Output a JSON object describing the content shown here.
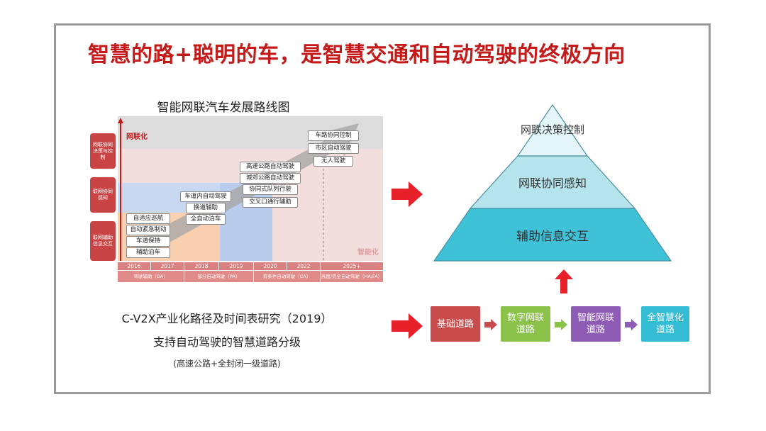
{
  "title": "智慧的路+聪明的车，是智慧交通和自动驾驶的终极方向",
  "chart": {
    "title": "智能网联汽车发展路线图",
    "side_labels": [
      "网联协同决策与控制",
      "联网协同感知",
      "联网辅助信息交互"
    ],
    "axis_top_label": "网联化",
    "axis_right_label": "智能化",
    "col1_items": [
      "自适应巡航",
      "自动紧急制动",
      "车道保持",
      "辅助泊车"
    ],
    "col2_items": [
      "车道内自动驾驶",
      "换道辅助",
      "全自动泊车"
    ],
    "col3_items": [
      "高速公路自动驾驶",
      "城郊公路自动驾驶",
      "协同式队列行驶",
      "交叉口通行辅助"
    ],
    "col4_items": [
      "车路协同控制",
      "市区自动驾驶",
      "无人驾驶"
    ],
    "years": [
      "2016",
      "2017",
      "2018",
      "2019",
      "2020",
      "2022",
      "2025+"
    ],
    "stages": [
      "驾驶辅助（DA）",
      "部分自动驾驶（PA）",
      "有条件自动驾驶（CA）",
      "高度/完全自动驾驶（HA/FA）"
    ]
  },
  "captions": {
    "line1": "C-V2X产业化路径及时间表研究（2019）",
    "line2": "支持自动驾驶的智慧道路分级",
    "line3": "(高速公路+全封闭一级道路)"
  },
  "pyramid": {
    "top": "网联决策控制",
    "middle": "网联协同感知",
    "bottom": "辅助信息交互"
  },
  "flow": {
    "steps": [
      "基础道路",
      "数字网联道路",
      "智能网联道路",
      "全智慧化道路"
    ],
    "colors": [
      "#c94c4c",
      "#8bc34a",
      "#8e5bb5",
      "#33bcd4"
    ]
  },
  "accent": "#e8202a"
}
